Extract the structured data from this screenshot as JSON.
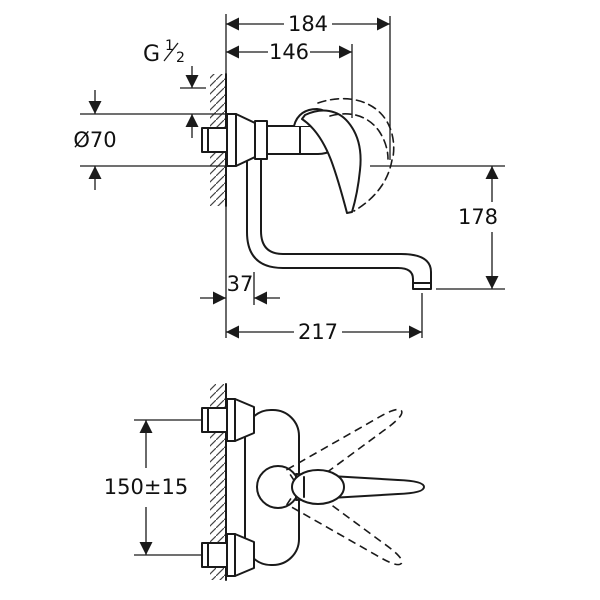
{
  "drawing": {
    "type": "technical-dimension-drawing",
    "subject": "wall-mounted single-lever sink mixer, side view (top) and plan view (bottom)",
    "colors": {
      "line": "#1a1a1a",
      "background": "#ffffff"
    },
    "dims": {
      "total_depth": "184",
      "body_depth": "146",
      "thread_g": "G",
      "thread_num": "1",
      "thread_den": "2",
      "flange_diameter": "Ø70",
      "outlet_height": "178",
      "spout_offset": "37",
      "spout_reach": "217",
      "connection_spacing": "150±15"
    }
  }
}
